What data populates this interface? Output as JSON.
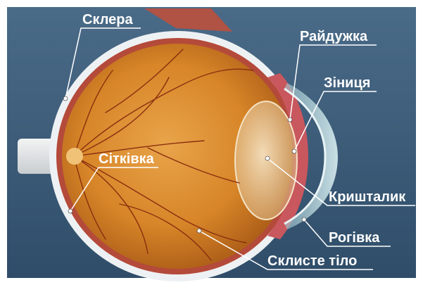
{
  "labels": {
    "sclera": "Склера",
    "iris": "Райдужка",
    "pupil": "Зіниця",
    "retina": "Сітківка",
    "lens": "Кришталик",
    "cornea": "Рогівка",
    "vitreous": "Склисте тіло"
  },
  "colors": {
    "background": "#3c5d7a",
    "label_text": "#ffffff",
    "eyeball": "#d98a2c",
    "sclera": "#eef1f3",
    "iris": "#c8575e"
  }
}
